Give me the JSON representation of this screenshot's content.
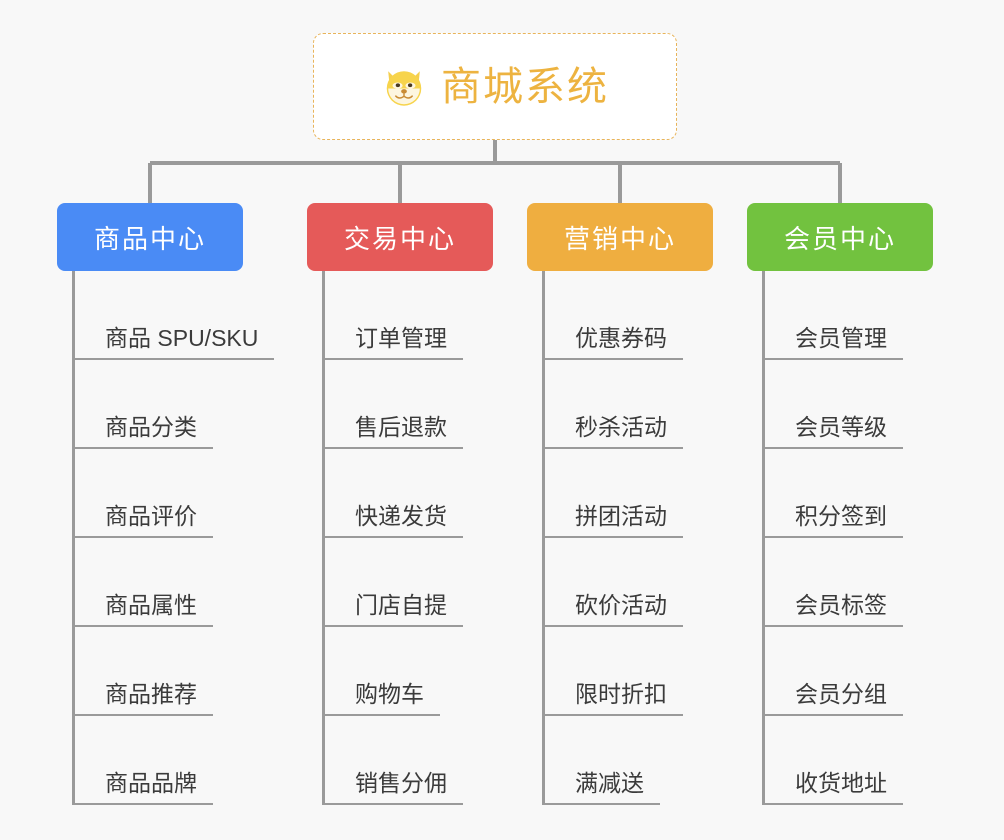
{
  "background_color": "#f8f8f8",
  "root": {
    "title": "商城系统",
    "icon": "shiba-dog-face-icon",
    "text_color": "#edb340",
    "border_color": "#e8b45a"
  },
  "connector": {
    "color": "#9a9a9a"
  },
  "categories": [
    {
      "label": "商品中心",
      "color": "#4a8bf5",
      "items": [
        "商品 SPU/SKU",
        "商品分类",
        "商品评价",
        "商品属性",
        "商品推荐",
        "商品品牌"
      ]
    },
    {
      "label": "交易中心",
      "color": "#e55a59",
      "items": [
        "订单管理",
        "售后退款",
        "快递发货",
        "门店自提",
        "购物车",
        "销售分佣"
      ]
    },
    {
      "label": "营销中心",
      "color": "#efae40",
      "items": [
        "优惠券码",
        "秒杀活动",
        "拼团活动",
        "砍价活动",
        "限时折扣",
        "满减送"
      ]
    },
    {
      "label": "会员中心",
      "color": "#72c23f",
      "items": [
        "会员管理",
        "会员等级",
        "积分签到",
        "会员标签",
        "会员分组",
        "收货地址"
      ]
    }
  ]
}
